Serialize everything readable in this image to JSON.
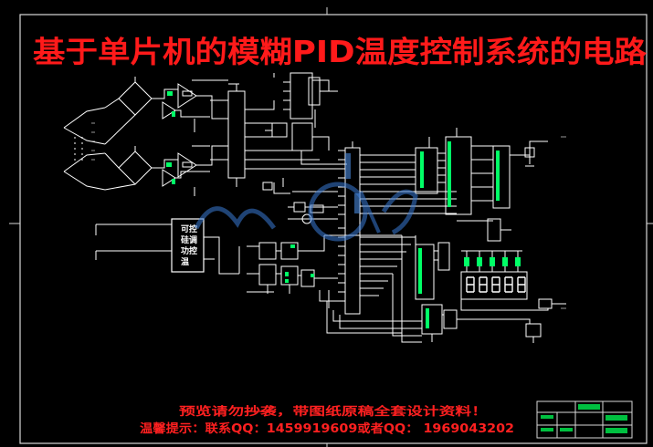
{
  "title": "基于单片机的模糊PID温度控制系统的电路",
  "block_label": [
    "可控",
    "硅调",
    "功控",
    "温"
  ],
  "notice_line1": "预览请勿抄袭，带图纸原稿全套设计资料！",
  "notice_line2": "温馨提示：联系QQ：1459919609或者QQ： 1969043202",
  "colors": {
    "background": "#000000",
    "wire": "#ffffff",
    "title": "#ff1a1a",
    "notice": "#ff2020",
    "frame": "#d8d8d8",
    "component": "#00ff66",
    "watermark": "#3a7bd5",
    "titleblock": "#00c040"
  }
}
